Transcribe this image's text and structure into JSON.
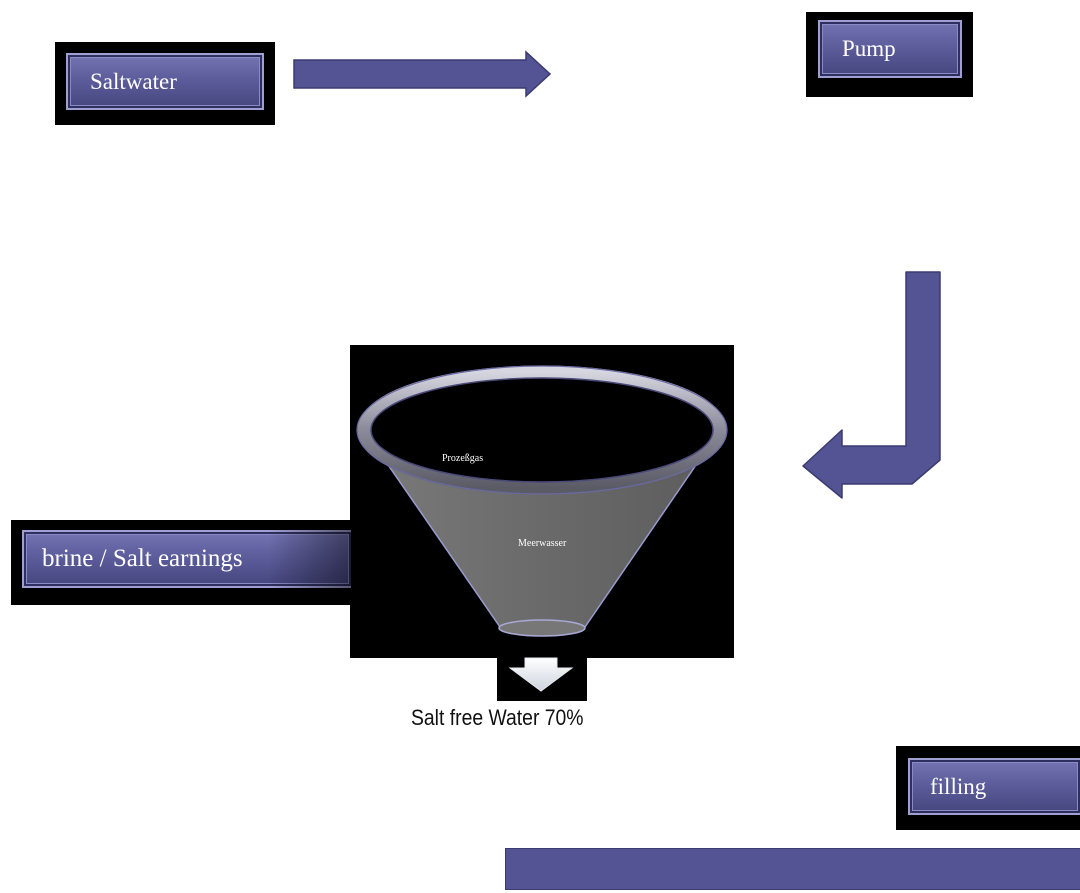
{
  "nodes": {
    "saltwater": "Saltwater",
    "pump": "Pump",
    "brine": "brine / Salt earnings",
    "filling": "filling"
  },
  "funnel": {
    "gas_label": "Prozeßgas",
    "water_label": "Meerwasser"
  },
  "output_caption": "Salt free Water 70%",
  "colors": {
    "arrow_fill": "#545494",
    "box_fill": "#5d5d9c",
    "box_border": "#9f9fd2",
    "funnel_fill": "#6b6b6b",
    "background_panel": "#000000"
  }
}
